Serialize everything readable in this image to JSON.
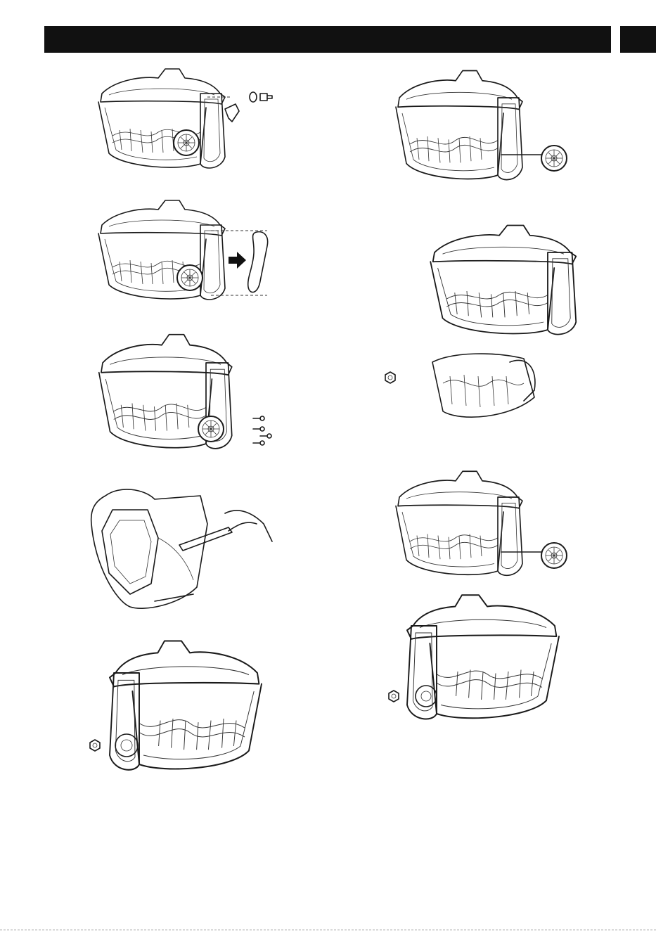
{
  "header": {
    "accent": "#111111"
  },
  "figures": [
    {
      "name": "remove-side-cover-bolts",
      "icons": [
        "snow-thrower-icon",
        "bolt-icon",
        "washer-icon",
        "lever-icon"
      ]
    },
    {
      "name": "install-drive-belt",
      "icons": [
        "snow-thrower-icon",
        "arrow-right-icon",
        "drive-belt-icon"
      ]
    },
    {
      "name": "reattach-cover-screws",
      "icons": [
        "snow-thrower-icon",
        "screw-icon"
      ]
    },
    {
      "name": "clean-housing-with-brush",
      "icons": [
        "snow-thrower-icon",
        "hand-brush-icon"
      ]
    },
    {
      "name": "remove-nut-opposite-side",
      "icons": [
        "snow-thrower-icon",
        "hex-nut-icon"
      ]
    },
    {
      "name": "wheel-axle-side-view",
      "icons": [
        "snow-thrower-icon",
        "wheel-icon"
      ]
    },
    {
      "name": "remove-auger-assembly",
      "icons": [
        "snow-thrower-icon",
        "auger-icon",
        "hex-nut-icon"
      ]
    },
    {
      "name": "wheel-axle-reassembled",
      "icons": [
        "snow-thrower-icon",
        "wheel-icon"
      ]
    },
    {
      "name": "tighten-nut-opposite-side",
      "icons": [
        "snow-thrower-icon",
        "hex-nut-icon"
      ]
    }
  ]
}
